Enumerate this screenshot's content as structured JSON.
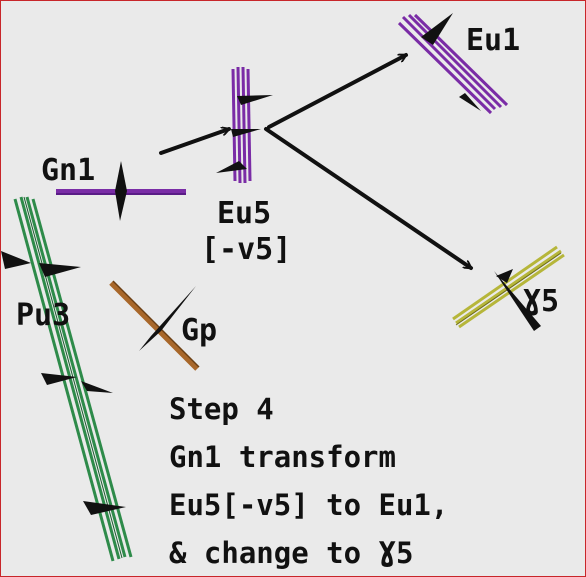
{
  "colors": {
    "border": "#c8262a",
    "background": "#eaeaea",
    "purple": "#7a2ca6",
    "green": "#2e8b4a",
    "brown": "#a8672a",
    "olive": "#b6b63a",
    "black": "#111111"
  },
  "labels": {
    "gn1": "Gn1",
    "eu5": "Eu5",
    "eu5_sub": "[-v5]",
    "eu1": "Eu1",
    "y5": "Ɣ5",
    "pu3": "Pu3",
    "gp": "Gp"
  },
  "caption": {
    "line1": "Step 4",
    "line2": "Gn1 transform",
    "line3": "Eu5[-v5] to Eu1,",
    "line4": "& change to Ɣ5"
  }
}
